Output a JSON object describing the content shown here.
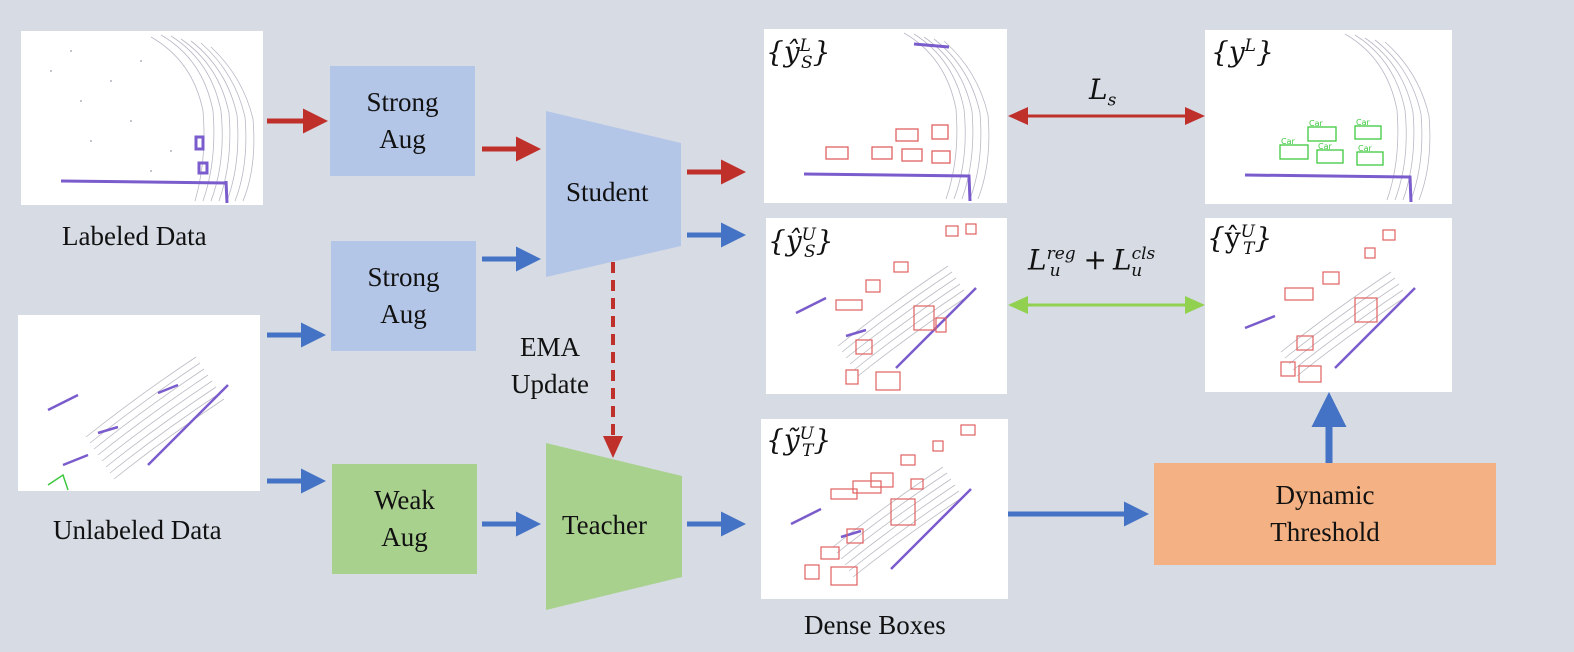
{
  "labels": {
    "labeled_data": "Labeled Data",
    "unlabeled_data": "Unlabeled Data",
    "dense_boxes": "Dense Boxes",
    "ema_update": [
      "EMA",
      "Update"
    ]
  },
  "boxes": {
    "strong_aug_labeled": [
      "Strong",
      "Aug"
    ],
    "strong_aug_unlabeled": [
      "Strong",
      "Aug"
    ],
    "weak_aug": [
      "Weak",
      "Aug"
    ],
    "student": "Student",
    "teacher": "Teacher",
    "dynamic_threshold": [
      "Dynamic",
      "Threshold"
    ]
  },
  "math": {
    "pred_student_labeled": {
      "open": "{",
      "base": "ŷ",
      "sup": "L",
      "sub": "S",
      "close": "}"
    },
    "ground_truth": {
      "open": "{",
      "base": "y",
      "sup": "L",
      "close": "}"
    },
    "pred_student_unlabeled": {
      "open": "{",
      "base": "ŷ",
      "sup": "U",
      "sub": "S",
      "close": "}"
    },
    "pred_teacher_unlabeled": {
      "open": "{",
      "base": "ŷ",
      "sup": "U",
      "sub": "T",
      "close": "}"
    },
    "dense_teacher": {
      "open": "{",
      "base": "ỹ",
      "sup": "U",
      "sub": "T",
      "close": "}"
    },
    "loss_supervised": {
      "base": "L",
      "sub": "s"
    },
    "loss_unsupervised": {
      "reg_base": "L",
      "reg_sub": "u",
      "reg_sup": "reg",
      "plus": "+",
      "cls_base": "L",
      "cls_sub": "u",
      "cls_sup": "cls"
    }
  },
  "car_labels": [
    "Car",
    "Car",
    "Car",
    "Car",
    "Car"
  ],
  "colors": {
    "background": "#d6dbe4",
    "red_arrow": "#c0302b",
    "blue_arrow": "#4472c4",
    "green_arrow": "#92d050",
    "student_fill": "#b4c6e7",
    "teacher_fill": "#a9d18e",
    "threshold_fill": "#f4b183",
    "box_red": "#e06060",
    "box_green": "#3ec83e",
    "points_purple": "#7a5ccc"
  }
}
